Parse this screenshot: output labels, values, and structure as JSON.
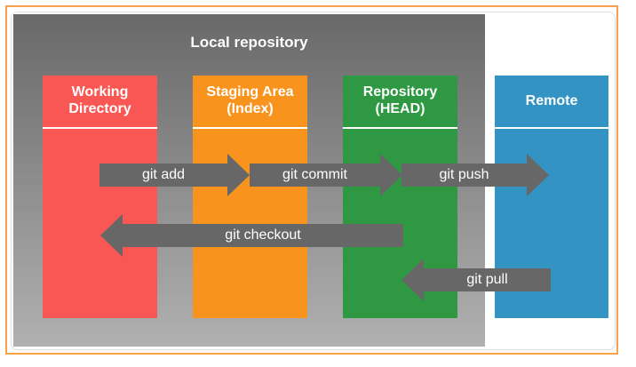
{
  "diagram": {
    "title": "Local repository",
    "columns": [
      {
        "id": "working-directory",
        "label": "Working\nDirectory",
        "color": "#F95753"
      },
      {
        "id": "staging-area",
        "label": "Staging Area\n(Index)",
        "color": "#F8941E"
      },
      {
        "id": "repository",
        "label": "Repository\n(HEAD)",
        "color": "#2E9942"
      },
      {
        "id": "remote",
        "label": "Remote",
        "color": "#3394C4"
      }
    ],
    "arrows": [
      {
        "id": "git-add",
        "label": "git add",
        "direction": "right",
        "from": "working-directory",
        "to": "staging-area"
      },
      {
        "id": "git-commit",
        "label": "git commit",
        "direction": "right",
        "from": "staging-area",
        "to": "repository"
      },
      {
        "id": "git-push",
        "label": "git push",
        "direction": "right",
        "from": "repository",
        "to": "remote"
      },
      {
        "id": "git-checkout",
        "label": "git checkout",
        "direction": "left",
        "from": "repository",
        "to": "working-directory"
      },
      {
        "id": "git-pull",
        "label": "git pull",
        "direction": "left",
        "from": "remote",
        "to": "repository"
      }
    ],
    "colors": {
      "arrow": "#676767",
      "frame_border": "#F8A04B",
      "panel_border": "#E2E2E2",
      "box_background": "linear-gradient(#696969, #B0B0B0)",
      "box_gradient_top": "#696969",
      "box_gradient_bottom": "#B0B0B0",
      "text": "#FFFFFF"
    }
  }
}
